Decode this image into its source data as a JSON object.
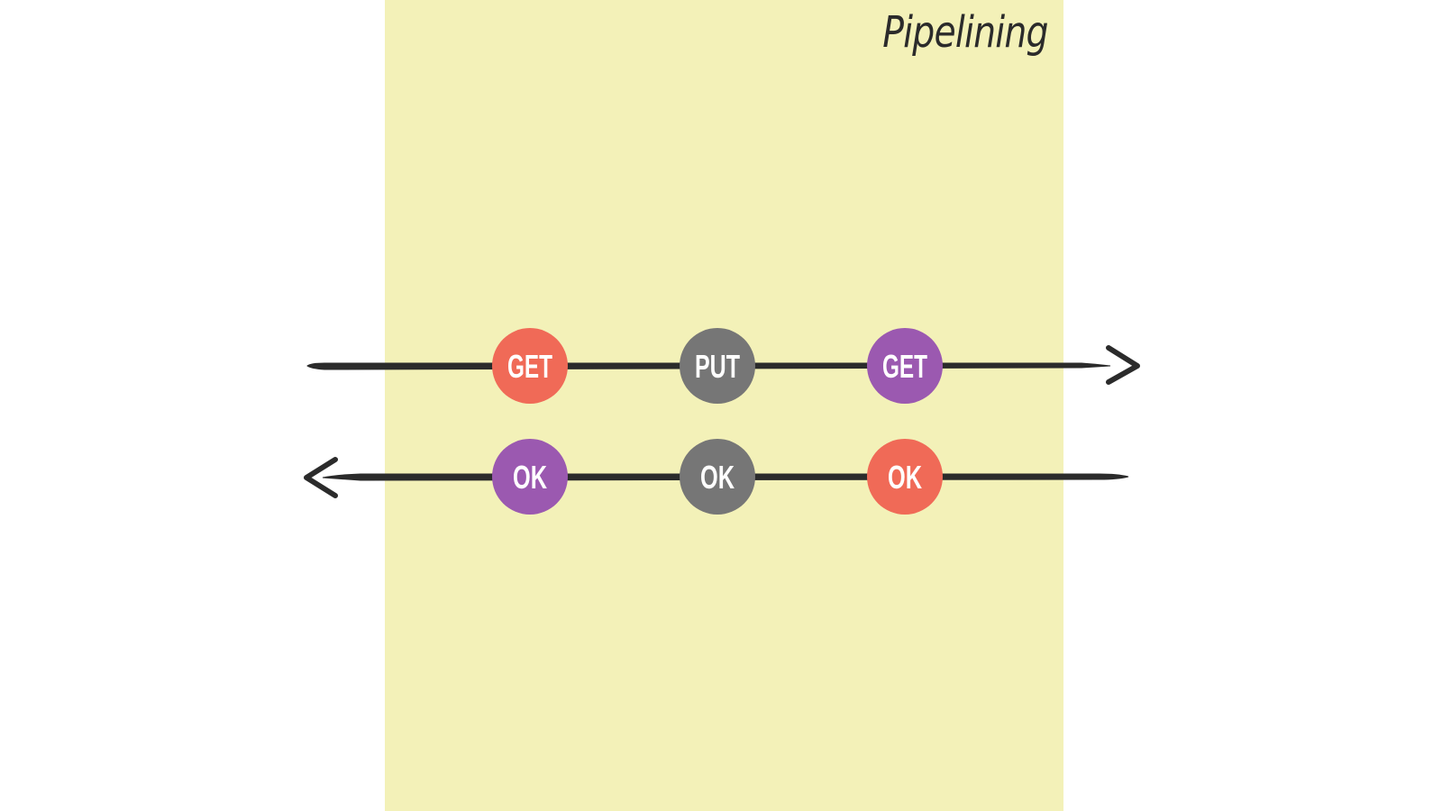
{
  "title": "Pipelining",
  "colors": {
    "background": "#ffffff",
    "panel": "#f3f1b8",
    "line": "#2b2b2b",
    "red": "#f06a57",
    "gray": "#767676",
    "purple": "#9b59b0"
  },
  "requests": [
    {
      "label": "GET",
      "color": "#f06a57"
    },
    {
      "label": "PUT",
      "color": "#767676"
    },
    {
      "label": "GET",
      "color": "#9b59b0"
    }
  ],
  "responses": [
    {
      "label": "OK",
      "color": "#9b59b0"
    },
    {
      "label": "OK",
      "color": "#767676"
    },
    {
      "label": "OK",
      "color": "#f06a57"
    }
  ]
}
